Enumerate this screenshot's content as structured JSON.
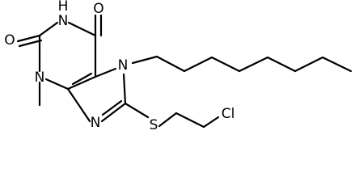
{
  "molecule": {
    "atoms": {
      "o_top": "O",
      "nh": "H",
      "nh_n": "N",
      "o_left": "O",
      "n_methyl": "N",
      "n7": "N",
      "n9": "N",
      "s": "S",
      "cl": "Cl"
    }
  }
}
